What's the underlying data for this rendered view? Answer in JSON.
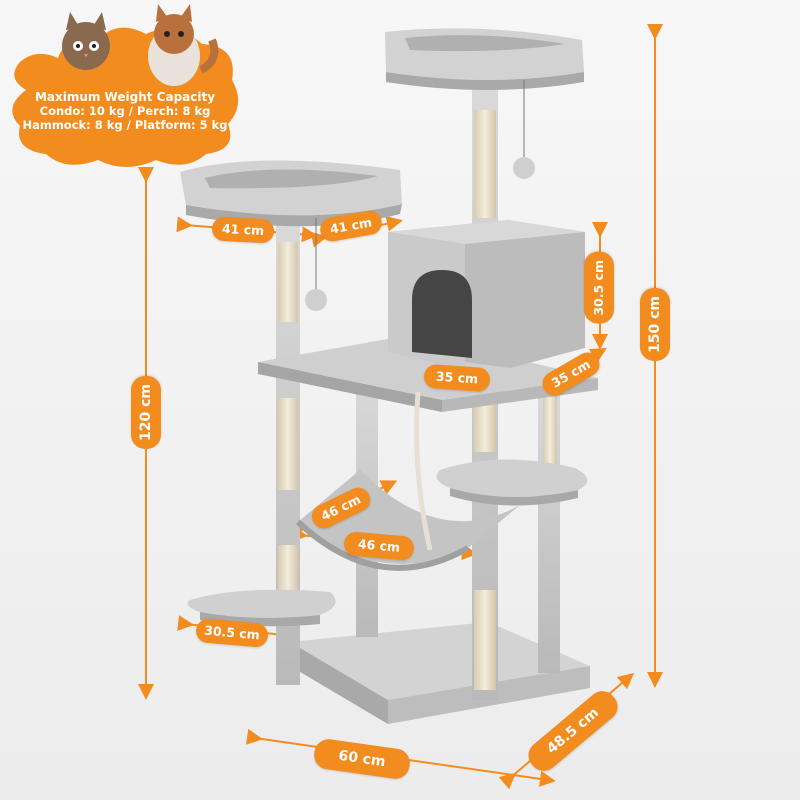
{
  "capacity_box": {
    "title": "Maximum Weight Capacity",
    "line1": "Condo: 10 kg / Perch: 8 kg",
    "line2": "Hammock: 8 kg / Platform: 5 kg"
  },
  "dimensions": {
    "perch_width": "41 cm",
    "perch_depth": "41 cm",
    "condo_height": "30.5 cm",
    "condo_width": "35 cm",
    "condo_depth": "35 cm",
    "total_height": "150 cm",
    "lower_height": "120 cm",
    "hammock_width": "46 cm",
    "hammock_depth": "46 cm",
    "step_width": "30.5 cm",
    "base_width": "60 cm",
    "base_depth": "48.5 cm"
  },
  "colors": {
    "accent": "#f28c1e",
    "plush": "#c9c9c9",
    "sisal": "#efe6d2"
  }
}
